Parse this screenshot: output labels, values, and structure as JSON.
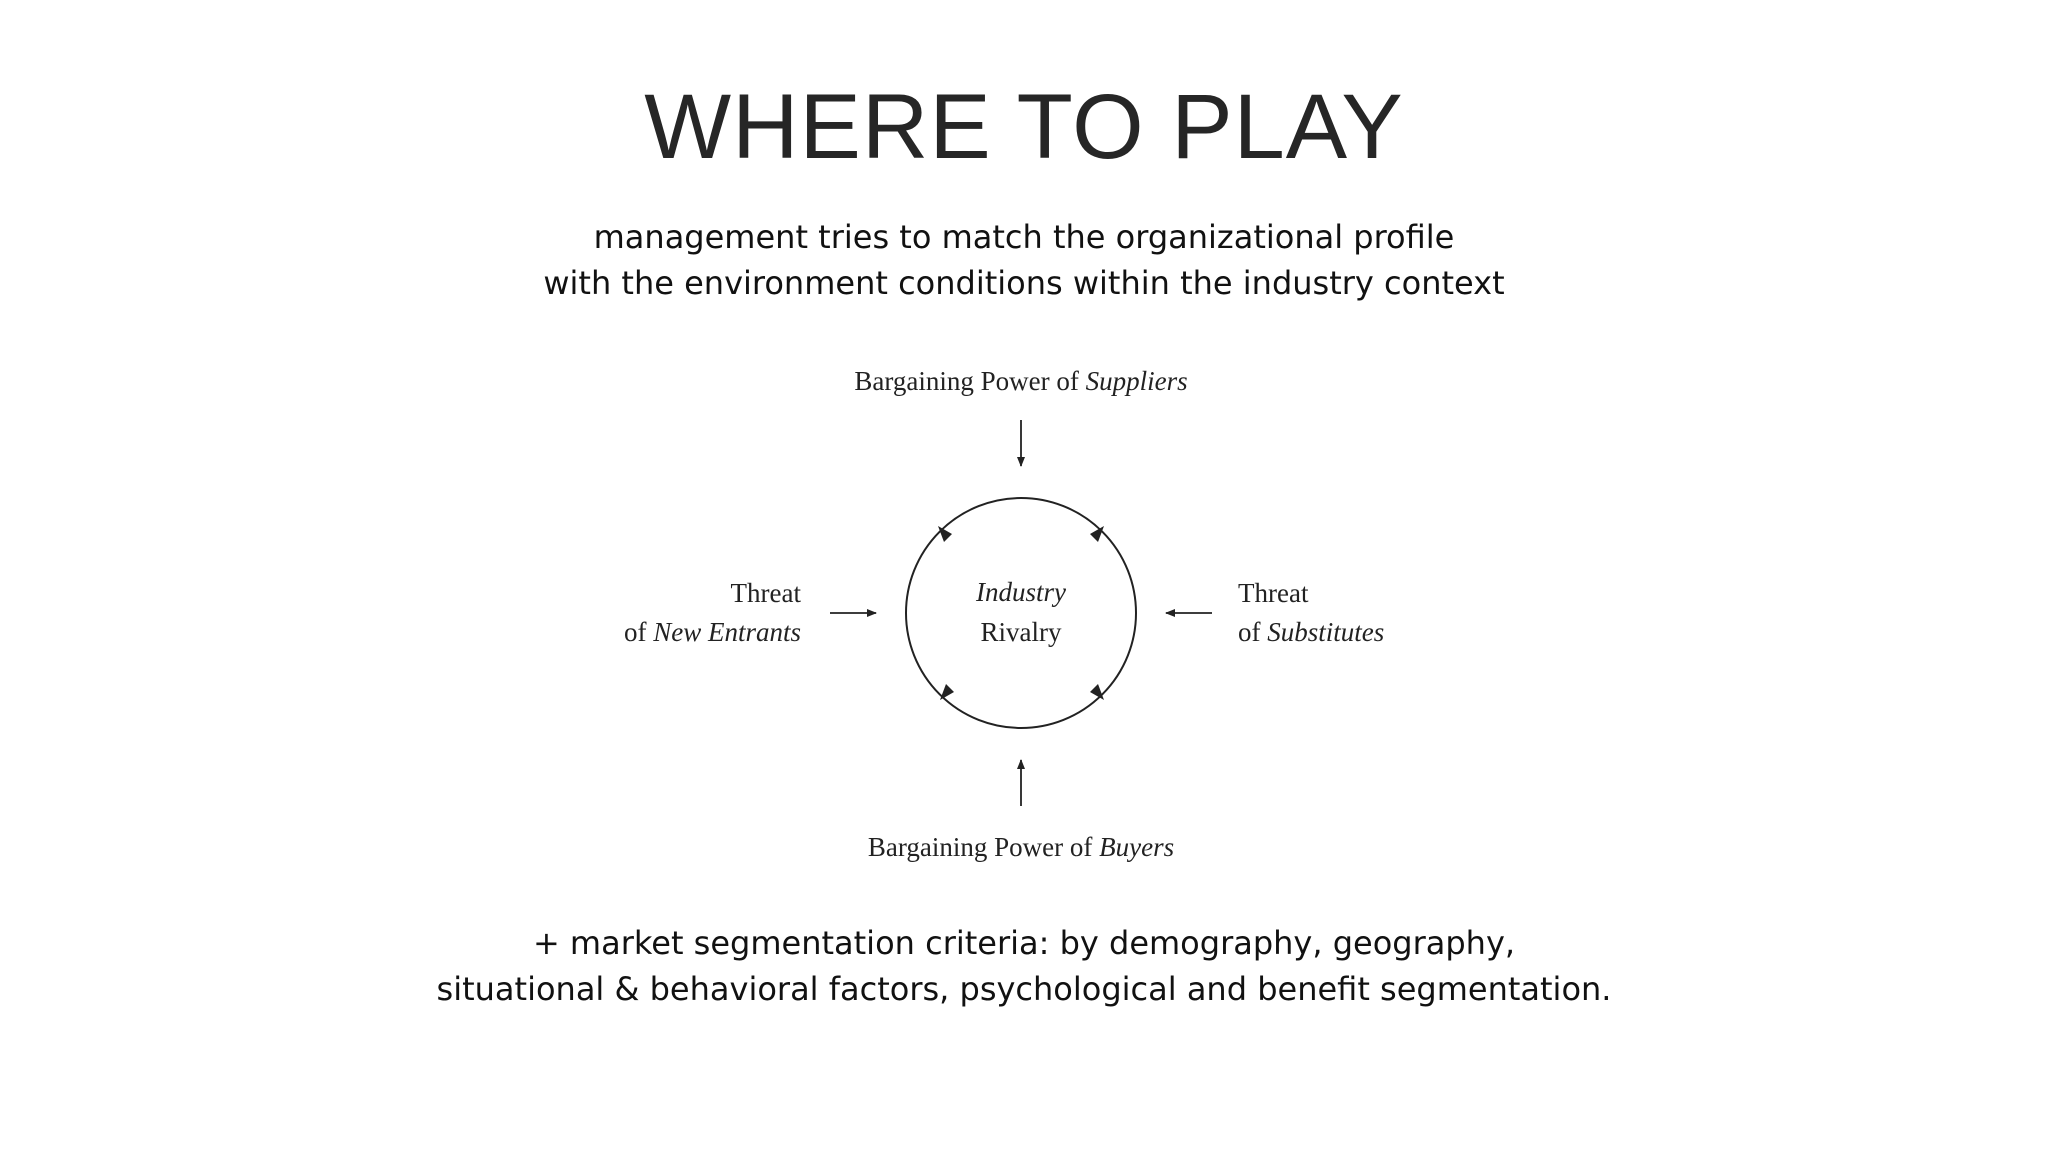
{
  "slide": {
    "title": "WHERE TO PLAY",
    "subtitle_lines": [
      "management tries to match the organizational profile",
      "with the environment conditions within the industry context"
    ],
    "footer_lines": [
      "+ market segmentation criteria: by demography, geography,",
      "situational & behavioral factors, psychological and benefit segmentation."
    ]
  },
  "diagram": {
    "top": {
      "prefix": "Bargaining Power of ",
      "emphasis": "Suppliers"
    },
    "bottom": {
      "prefix": "Bargaining Power of ",
      "emphasis": "Buyers"
    },
    "left": {
      "line1": "Threat",
      "line2_prefix": "of ",
      "line2_emphasis": "New Entrants"
    },
    "right": {
      "line1": "Threat",
      "line2_prefix": "of ",
      "line2_emphasis": "Substitutes"
    },
    "center": {
      "line1": "Industry",
      "line2": "Rivalry"
    }
  }
}
